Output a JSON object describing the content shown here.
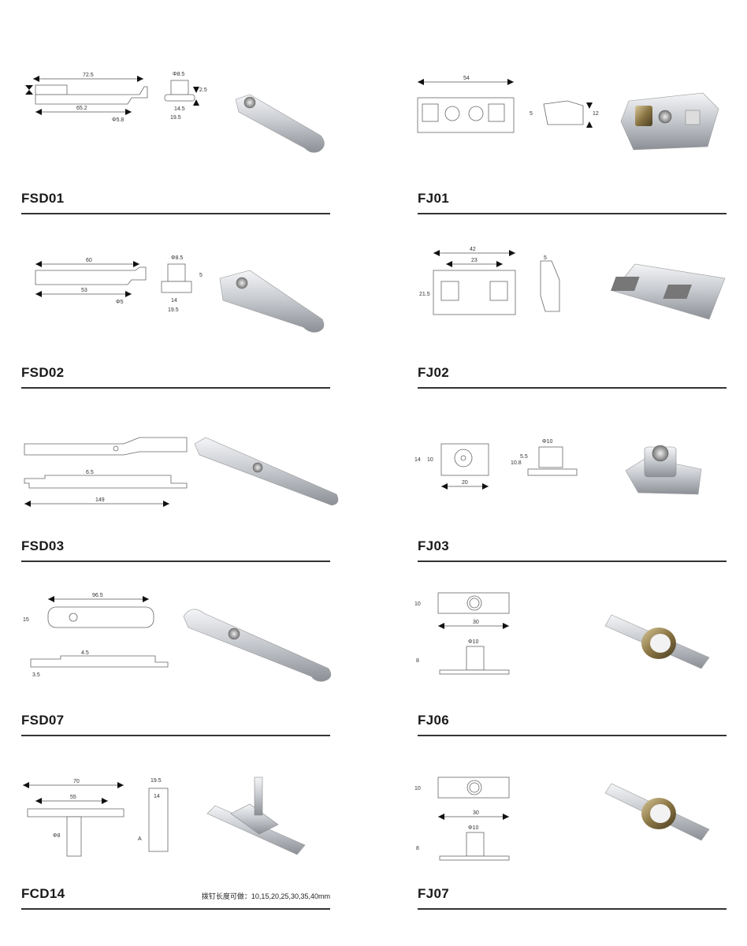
{
  "products": [
    {
      "code": "FSD01",
      "dims": [
        "72.5",
        "65.2",
        "Φ5.8",
        "Φ8.5",
        "14.5",
        "19.5",
        "2.5"
      ]
    },
    {
      "code": "FJ01",
      "dims": [
        "54",
        "5",
        "12"
      ]
    },
    {
      "code": "FSD02",
      "dims": [
        "60",
        "53",
        "Φ5",
        "Φ8.5",
        "14",
        "19.5",
        "5"
      ]
    },
    {
      "code": "FJ02",
      "dims": [
        "42",
        "23",
        "21.5",
        "5"
      ]
    },
    {
      "code": "FSD03",
      "dims": [
        "149",
        "6.5"
      ]
    },
    {
      "code": "FJ03",
      "dims": [
        "Φ10",
        "14",
        "10",
        "20",
        "10.8",
        "5.5"
      ]
    },
    {
      "code": "FSD07",
      "dims": [
        "96.5",
        "15",
        "4.5",
        "3.5"
      ]
    },
    {
      "code": "FJ06",
      "dims": [
        "10",
        "30",
        "Φ10",
        "8"
      ]
    },
    {
      "code": "FCD14",
      "dims": [
        "70",
        "55",
        "19.5",
        "14",
        "Φ8",
        "A"
      ],
      "note": "拨钉长度可做：10,15,20,25,30,35,40mm"
    },
    {
      "code": "FJ07",
      "dims": [
        "10",
        "30",
        "Φ10",
        "8"
      ]
    }
  ]
}
